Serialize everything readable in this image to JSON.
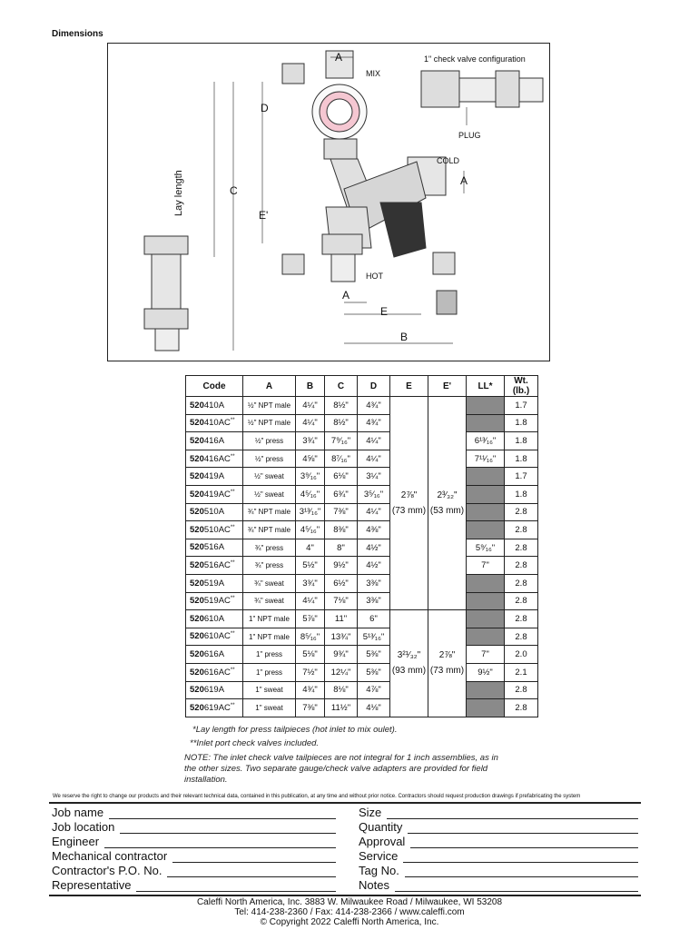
{
  "section_title": "Dimensions",
  "diagram": {
    "labels": {
      "a_top": "A",
      "mix": "MIX",
      "d": "D",
      "check_valve_config": "1\" check valve configuration",
      "plug": "PLUG",
      "cold": "COLD",
      "a_right": "A",
      "lay_length": "Lay length",
      "c": "C",
      "e_prime": "E'",
      "hot": "HOT",
      "a_bottom": "A",
      "e": "E",
      "b": "B"
    }
  },
  "table": {
    "headers": [
      "Code",
      "A",
      "B",
      "C",
      "D",
      "E",
      "E'",
      "LL*",
      "Wt. (lb.)"
    ],
    "groups": [
      {
        "e": "2⅞\"",
        "e_mm": "(73 mm)",
        "e_prime": "2³⁄₃₂\"",
        "e_prime_mm": "(53 mm)"
      },
      {
        "e": "3²¹⁄₃₂\"",
        "e_mm": "(93 mm)",
        "e_prime": "2⅞\"",
        "e_prime_mm": "(73 mm)"
      }
    ],
    "rows": [
      {
        "prefix": "520",
        "suffix": "410A",
        "mark": "",
        "a": "½\" NPT male",
        "b": "4¼\"",
        "c": "8½\"",
        "d": "4¾\"",
        "ll": "",
        "wt": "1.7"
      },
      {
        "prefix": "520",
        "suffix": "410AC",
        "mark": "**",
        "a": "½\" NPT male",
        "b": "4¼\"",
        "c": "8½\"",
        "d": "4¾\"",
        "ll": "",
        "wt": "1.8"
      },
      {
        "prefix": "520",
        "suffix": "416A",
        "mark": "",
        "a": "½\" press",
        "b": "3¾\"",
        "c": "7⁹⁄₁₆\"",
        "d": "4¼\"",
        "ll": "6¹³⁄₁₆\"",
        "wt": "1.8"
      },
      {
        "prefix": "520",
        "suffix": "416AC",
        "mark": "**",
        "a": "½\" press",
        "b": "4⅝\"",
        "c": "8⁷⁄₁₆\"",
        "d": "4¼\"",
        "ll": "7¹¹⁄₁₆\"",
        "wt": "1.8"
      },
      {
        "prefix": "520",
        "suffix": "419A",
        "mark": "",
        "a": "½\" sweat",
        "b": "3⁹⁄₁₆\"",
        "c": "6⅛\"",
        "d": "3¼\"",
        "ll": "",
        "wt": "1.7"
      },
      {
        "prefix": "520",
        "suffix": "419AC",
        "mark": "**",
        "a": "½\" sweat",
        "b": "4⁵⁄₁₆\"",
        "c": "6¾\"",
        "d": "3⁵⁄₁₆\"",
        "ll": "",
        "wt": "1.8"
      },
      {
        "prefix": "520",
        "suffix": "510A",
        "mark": "",
        "a": "¾\" NPT male",
        "b": "3¹³⁄₁₆\"",
        "c": "7⅜\"",
        "d": "4¼\"",
        "ll": "",
        "wt": "2.8"
      },
      {
        "prefix": "520",
        "suffix": "510AC",
        "mark": "**",
        "a": "¾\" NPT male",
        "b": "4⁵⁄₁₆\"",
        "c": "8⅜\"",
        "d": "4⅜\"",
        "ll": "",
        "wt": "2.8"
      },
      {
        "prefix": "520",
        "suffix": "516A",
        "mark": "",
        "a": "¾\" press",
        "b": "4\"",
        "c": "8\"",
        "d": "4½\"",
        "ll": "5⁹⁄₁₆\"",
        "wt": "2.8"
      },
      {
        "prefix": "520",
        "suffix": "516AC",
        "mark": "**",
        "a": "¾\" press",
        "b": "5½\"",
        "c": "9½\"",
        "d": "4½\"",
        "ll": "7\"",
        "wt": "2.8"
      },
      {
        "prefix": "520",
        "suffix": "519A",
        "mark": "",
        "a": "¾\" sweat",
        "b": "3¾\"",
        "c": "6½\"",
        "d": "3⅜\"",
        "ll": "",
        "wt": "2.8"
      },
      {
        "prefix": "520",
        "suffix": "519AC",
        "mark": "**",
        "a": "¾\" sweat",
        "b": "4¼\"",
        "c": "7⅛\"",
        "d": "3⅜\"",
        "ll": "",
        "wt": "2.8"
      },
      {
        "prefix": "520",
        "suffix": "610A",
        "mark": "",
        "a": "1\" NPT male",
        "b": "5⅞\"",
        "c": "11\"",
        "d": "6\"",
        "ll": "",
        "wt": "2.8"
      },
      {
        "prefix": "520",
        "suffix": "610AC",
        "mark": "**",
        "a": "1\" NPT male",
        "b": "8⁵⁄₁₆\"",
        "c": "13¾\"",
        "d": "5¹³⁄₁₆\"",
        "ll": "",
        "wt": "2.8"
      },
      {
        "prefix": "520",
        "suffix": "616A",
        "mark": "",
        "a": "1\" press",
        "b": "5⅛\"",
        "c": "9¾\"",
        "d": "5⅜\"",
        "ll": "7\"",
        "wt": "2.0"
      },
      {
        "prefix": "520",
        "suffix": "616AC",
        "mark": "**",
        "a": "1\" press",
        "b": "7½\"",
        "c": "12¼\"",
        "d": "5⅜\"",
        "ll": "9½\"",
        "wt": "2.1"
      },
      {
        "prefix": "520",
        "suffix": "619A",
        "mark": "",
        "a": "1\" sweat",
        "b": "4¾\"",
        "c": "8⅛\"",
        "d": "4⅞\"",
        "ll": "",
        "wt": "2.8"
      },
      {
        "prefix": "520",
        "suffix": "619AC",
        "mark": "**",
        "a": "1\" sweat",
        "b": "7⅜\"",
        "c": "11½\"",
        "d": "4⅛\"",
        "ll": "",
        "wt": "2.8"
      }
    ]
  },
  "notes": {
    "lay_length": "*Lay length for press tailpieces (hot inlet to mix oulet).",
    "check_valves": "**Inlet port check valves included.",
    "note": "NOTE: The inlet check valve tailpieces are not integral for 1 inch assemblies, as in the other sizes. Two separate gauge/check valve adapters are provided for field installation."
  },
  "disclaimer": "We reserve the right to change our products and their relevant technical data, contained in this publication, at any time and without prior notice. Contractors should request production drawings if prefabricating the system",
  "form": {
    "left": [
      "Job name",
      "Job location",
      "Engineer",
      "Mechanical contractor",
      "Contractor's P.O. No.",
      "Representative"
    ],
    "right": [
      "Size",
      "Quantity",
      "Approval",
      "Service",
      "Tag No.",
      "Notes"
    ]
  },
  "footer": {
    "address": "Caleffi North America, Inc. 3883 W. Milwaukee Road / Milwaukee, WI 53208",
    "contact": "Tel: 414-238-2360 / Fax: 414-238-2366 / www.caleffi.com",
    "copyright": "© Copyright 2022 Caleffi North America, Inc."
  }
}
